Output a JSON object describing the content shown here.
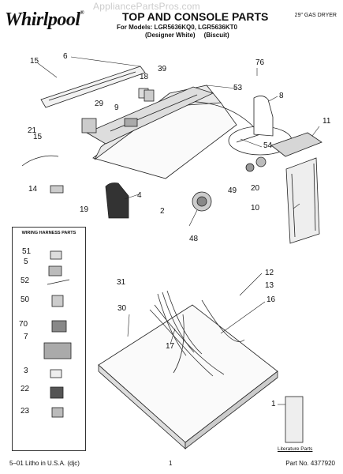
{
  "header": {
    "brand": "Whirlpool",
    "trademark": "®",
    "watermark": "AppliancePartsPros.com",
    "title": "TOP AND CONSOLE PARTS",
    "models_line": "For Models: LGR5636KQ0, LGR5636KT0",
    "colors_line": "(Designer White)     (Biscuit)",
    "product": "29\" GAS DRYER"
  },
  "harness_box": {
    "title": "WIRING HARNESS PARTS"
  },
  "callouts": {
    "c76": "76",
    "c6": "6",
    "c15a": "15",
    "c18": "18",
    "c39": "39",
    "c53": "53",
    "c8": "8",
    "c29": "29",
    "c9": "9",
    "c21": "21",
    "c15b": "15",
    "c11": "11",
    "c54": "54",
    "c14": "14",
    "c4": "4",
    "c49": "49",
    "c20": "20",
    "c10": "10",
    "c19": "19",
    "c2": "2",
    "c48": "48",
    "c51": "51",
    "c5": "5",
    "c52": "52",
    "c50": "50",
    "c70": "70",
    "c7": "7",
    "c3": "3",
    "c22": "22",
    "c23": "23",
    "c31": "31",
    "c12": "12",
    "c13": "13",
    "c16": "16",
    "c30": "30",
    "c17": "17",
    "c1": "1"
  },
  "literature": "Literature Parts",
  "footer": {
    "left": "5–01 Litho in U.S.A. (djc)",
    "page": "1",
    "part": "Part No. 4377920"
  }
}
